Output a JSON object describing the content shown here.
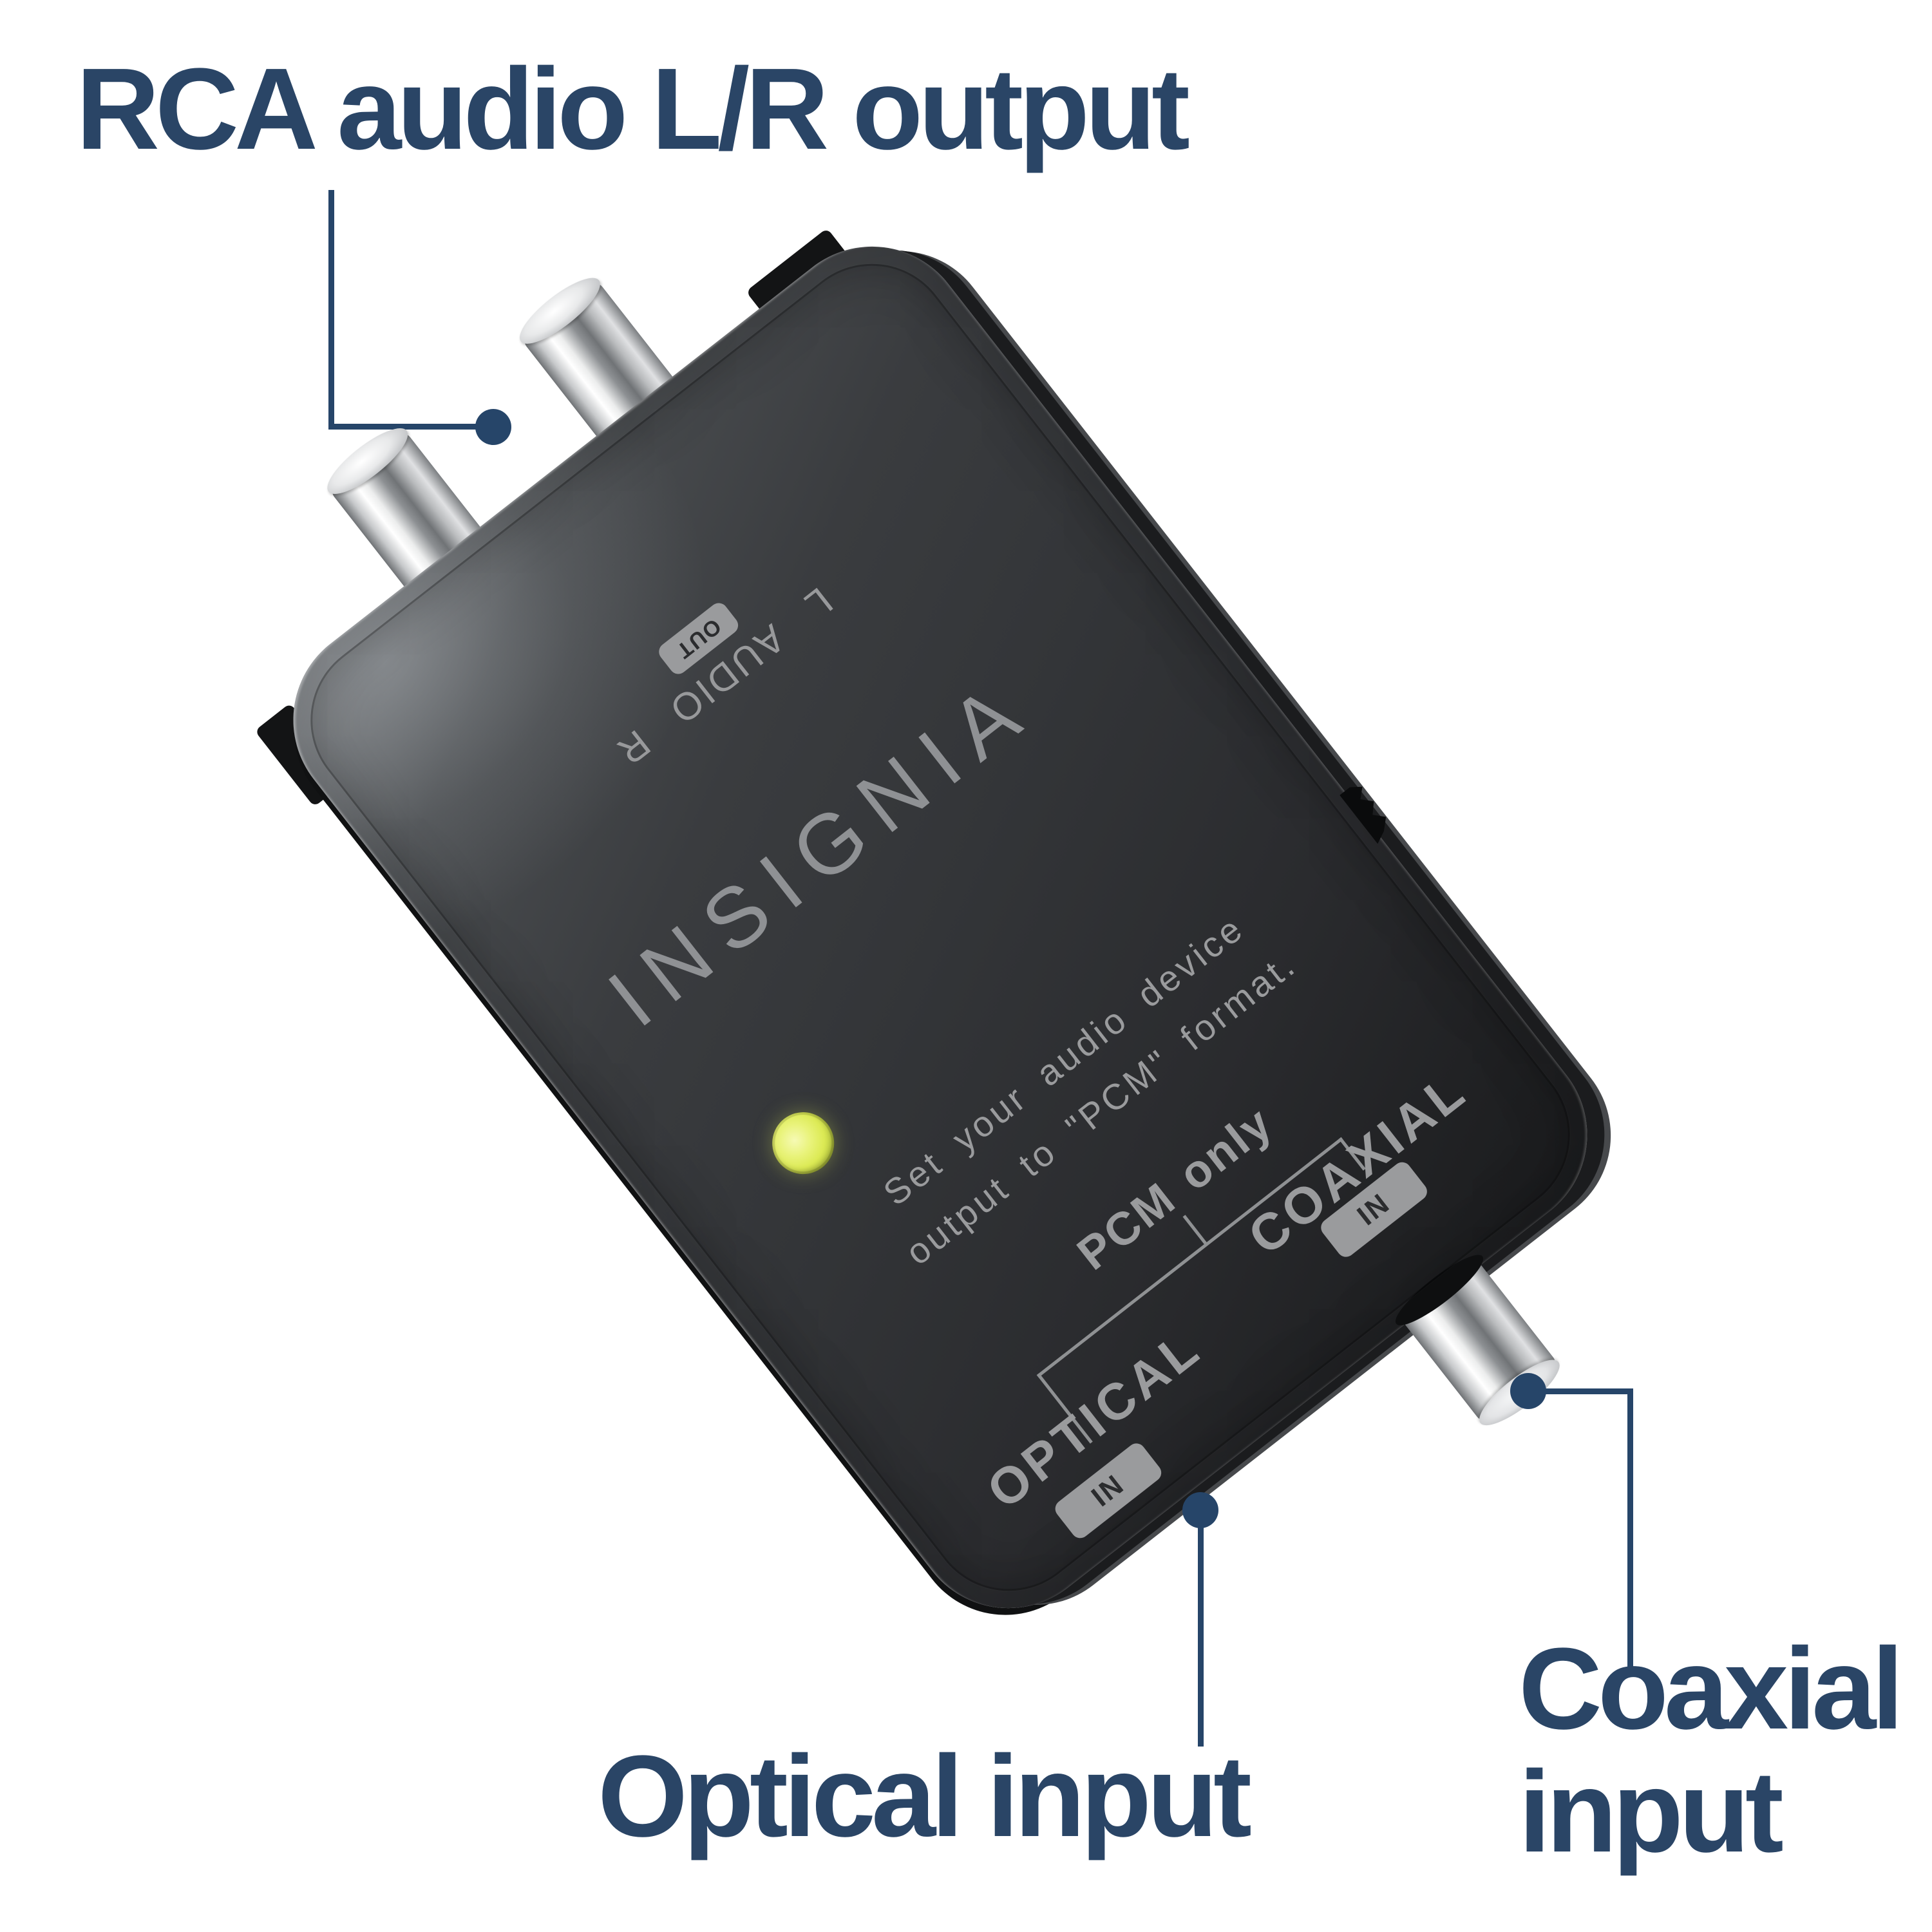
{
  "page": {
    "background": "#ffffff"
  },
  "callouts": {
    "text_color": "#2a4566",
    "line_color": "#264569",
    "rca": {
      "label": "RCA audio L/R output"
    },
    "optical": {
      "label": "Optical input"
    },
    "coaxial": {
      "label": "Coaxial input"
    }
  },
  "device": {
    "brand": "INSIGNIA",
    "body_color": "#333538",
    "print_color": "#9a9b9d",
    "led_color": "#dcea55",
    "top_panel": {
      "left_channel": "L",
      "audio": "AUDIO",
      "out_badge": "OUT",
      "right_channel": "R"
    },
    "instructions": {
      "line1": "Set your audio device",
      "line2": "output to \"PCM\" format.",
      "pcm_only": "PCM only"
    },
    "inputs": {
      "optical": {
        "label": "OPTICAL",
        "badge": "IN"
      },
      "coaxial": {
        "label": "COAXIAL",
        "badge": "IN"
      }
    }
  }
}
